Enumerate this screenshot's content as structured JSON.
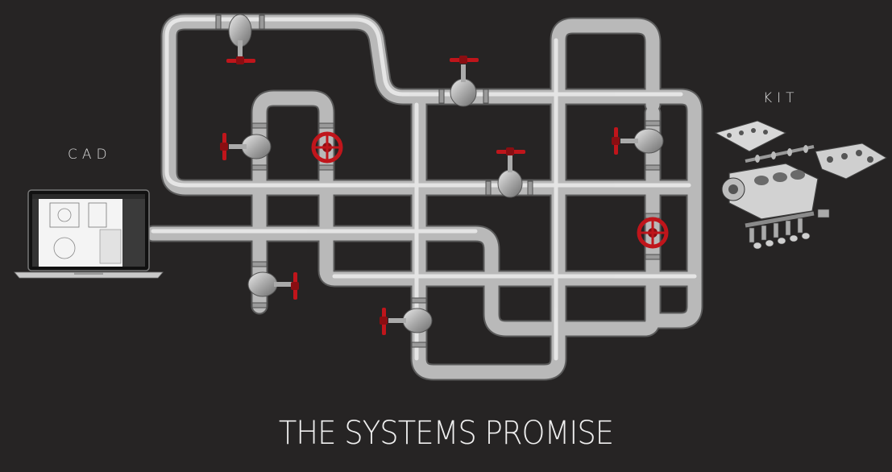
{
  "labels": {
    "source": "CAD",
    "destination": "KIT"
  },
  "title": "THE SYSTEMS PROMISE",
  "colors": {
    "background": "#262424",
    "pipe": "#b8b8b8",
    "valve_handle": "#c0151b",
    "text": "#e0e0e0"
  },
  "icons": [
    "laptop-cad-icon",
    "engine-kit-icon",
    "valve-handwheel-icon",
    "gate-valve-icon"
  ]
}
